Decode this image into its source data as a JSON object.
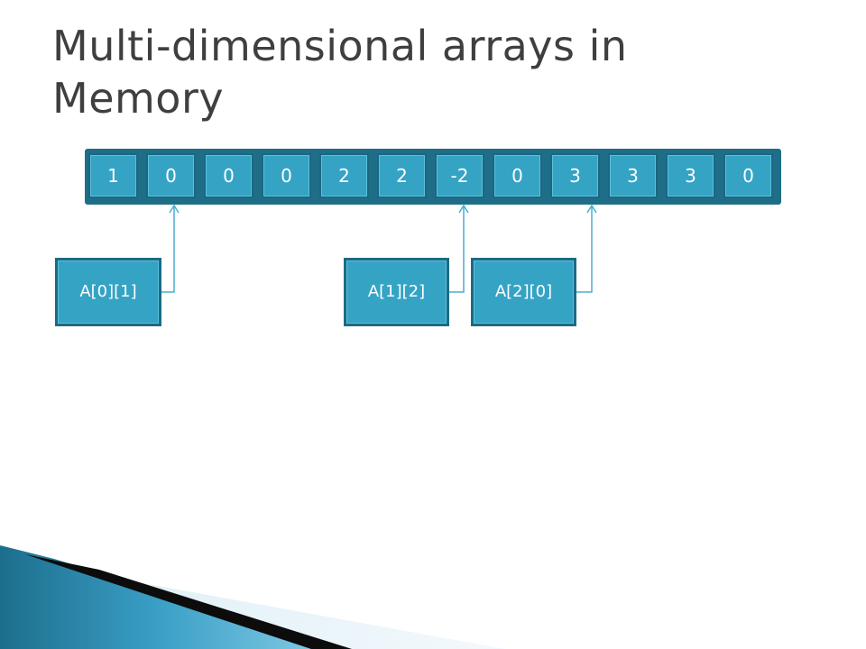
{
  "slide": {
    "title_line1": "Multi-dimensional arrays in",
    "title_line2": "Memory"
  },
  "memory": {
    "cells": [
      "1",
      "0",
      "0",
      "0",
      "2",
      "2",
      "-2",
      "0",
      "3",
      "3",
      "3",
      "0"
    ]
  },
  "pointers": [
    {
      "label": "A[0][1]",
      "target_index": 1
    },
    {
      "label": "A[1][2]",
      "target_index": 6
    },
    {
      "label": "A[2][0]",
      "target_index": 8
    }
  ],
  "colors": {
    "cell_fill": "#35a3c4",
    "cell_border": "#1b6781",
    "connector": "#4aaed0",
    "title": "#3f3f3f"
  }
}
